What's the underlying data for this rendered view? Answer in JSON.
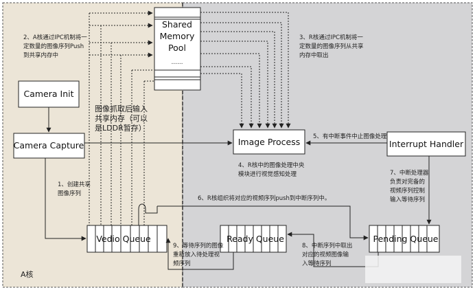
{
  "regions": {
    "a_core_label": "A核"
  },
  "boxes": {
    "shared_pool": [
      "Shared",
      "Memory",
      "Pool",
      "……"
    ],
    "camera_init": "Camera Init",
    "camera_capture": "Camera Capture",
    "image_process": "Image Process",
    "interrupt_handler": "Interrupt Handler",
    "vedio_queue": "Vedio Queue",
    "ready_queue": "Ready Queue",
    "pending_queue": "Pending Queue"
  },
  "notes": {
    "n1": [
      "1、创建共享",
      "图像序列"
    ],
    "n2": [
      "2、A核通过IPC机制将一",
      "定数量的图像序列Push",
      "到共享内存中"
    ],
    "n3": [
      "3、R核通过IPC机制将一",
      "定数量的图像序列从共享",
      "内存中取出"
    ],
    "n4": [
      "4、R核中的图像处理中央",
      "模块进行视觉感知处理"
    ],
    "n5": "5、有中断事件中止图像处理",
    "n6": "6、R核组织将对应的视频序列push到中断序列中。",
    "n7": [
      "7、中断处理器",
      "负责对完备的",
      "视频序列控制",
      "输入等待序列"
    ],
    "n8": [
      "8、中断序列中取出",
      "对应的视频图像输",
      "入等待序列"
    ],
    "n9": [
      "9、等待序列的图像",
      "重新放入待处理视",
      "频序列"
    ],
    "capture_note": [
      "图像抓取后输入",
      "共享内存（可以",
      "是LDDR暂存）"
    ]
  }
}
